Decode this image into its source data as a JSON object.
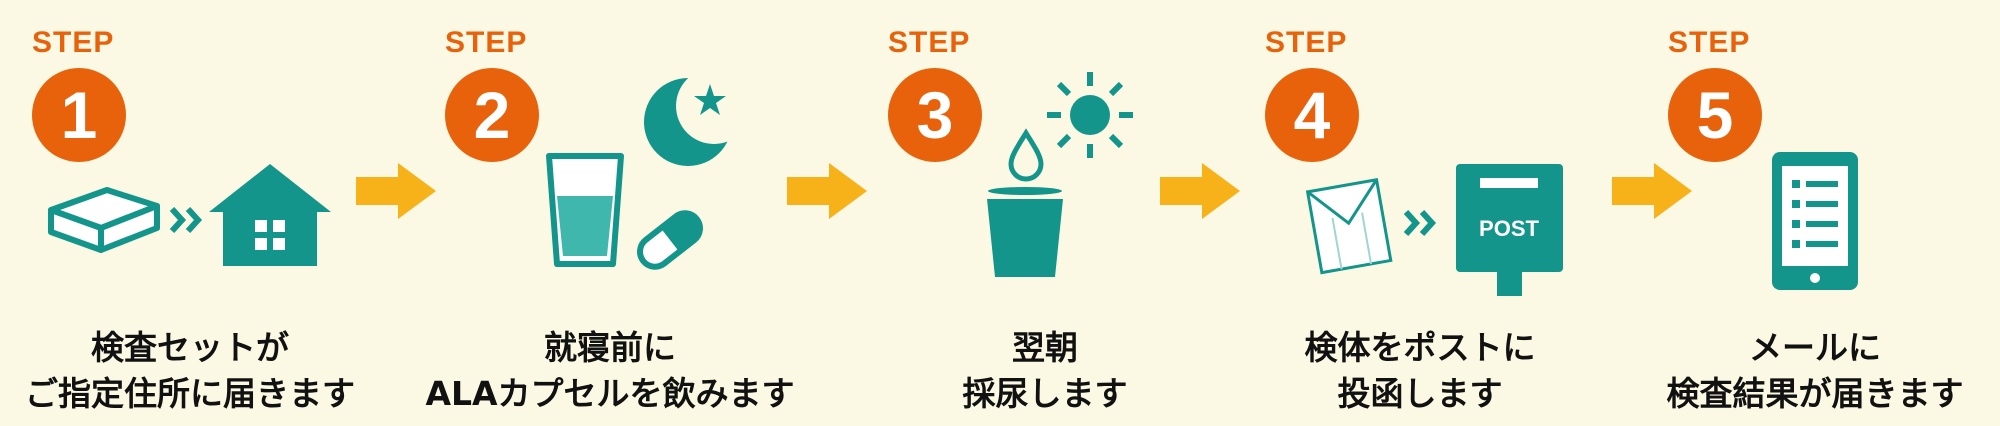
{
  "step_label": "STEP",
  "steps": [
    {
      "number": "1",
      "line1": "検査セットが",
      "line2": "ご指定住所に届きます"
    },
    {
      "number": "2",
      "line1": "就寝前に",
      "line2": "ALAカプセルを飲みます"
    },
    {
      "number": "3",
      "line1": "翌朝",
      "line2": "採尿します"
    },
    {
      "number": "4",
      "line1": "検体をポストに",
      "line2": "投函します"
    },
    {
      "number": "5",
      "line1": "メールに",
      "line2": "検査結果が届きます"
    }
  ],
  "icons": {
    "postbox_text": "POST"
  },
  "colors": {
    "accent_orange": "#e8620c",
    "teal": "#14958c",
    "arrow_yellow": "#f7b21a",
    "background": "#fbf9e4"
  }
}
